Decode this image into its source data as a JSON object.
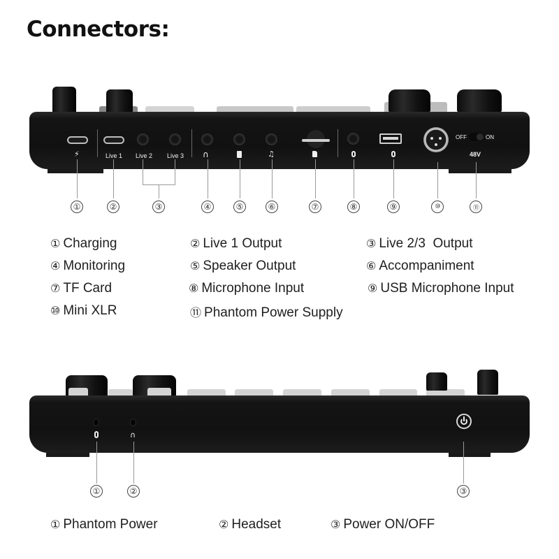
{
  "title": "Connectors:",
  "back_panel": {
    "port_labels": {
      "live1": "Live 1",
      "live2": "Live 2",
      "live3": "Live 3",
      "off": "OFF",
      "on": "ON",
      "phantom": "48V"
    },
    "icons": {
      "charging": "⚡",
      "monitoring": "🎧",
      "speaker": "▮",
      "accompaniment": "♫",
      "tf_card": "▪",
      "mic": "🎙",
      "usb_mic": "🎙"
    },
    "callouts": [
      "①",
      "②",
      "③",
      "④",
      "⑤",
      "⑥",
      "⑦",
      "⑧",
      "⑨",
      "⑩",
      "⑪"
    ],
    "legend": [
      {
        "num": "①",
        "label": "Charging"
      },
      {
        "num": "②",
        "label": "Live 1 Output"
      },
      {
        "num": "③",
        "label": "Live 2/3  Output"
      },
      {
        "num": "④",
        "label": "Monitoring"
      },
      {
        "num": "⑤",
        "label": "Speaker Output"
      },
      {
        "num": "⑥",
        "label": "Accompaniment"
      },
      {
        "num": "⑦",
        "label": "TF Card"
      },
      {
        "num": "⑧",
        "label": "Microphone Input"
      },
      {
        "num": "⑨",
        "label": "USB Microphone Input"
      },
      {
        "num": "⑩",
        "label": "Mini XLR"
      },
      {
        "num": "⑪",
        "label": "Phantom Power Supply"
      }
    ]
  },
  "front_panel": {
    "callouts": [
      "①",
      "②",
      "③"
    ],
    "legend": [
      {
        "num": "①",
        "label": "Phantom Power"
      },
      {
        "num": "②",
        "label": "Headset"
      },
      {
        "num": "③",
        "label": "Power ON/OFF"
      }
    ]
  }
}
